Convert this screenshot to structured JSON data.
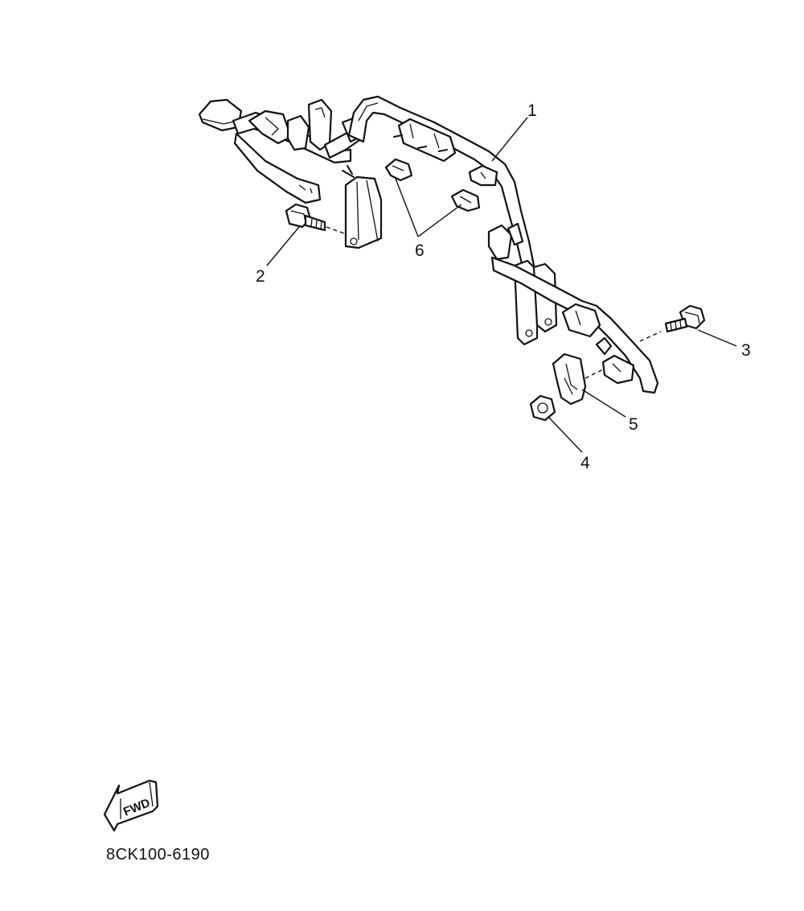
{
  "diagram": {
    "callouts": [
      {
        "id": "1",
        "text": "1"
      },
      {
        "id": "2",
        "text": "2"
      },
      {
        "id": "3",
        "text": "3"
      },
      {
        "id": "4",
        "text": "4"
      },
      {
        "id": "5",
        "text": "5"
      },
      {
        "id": "6",
        "text": "6"
      }
    ],
    "fwd_label": "FWD",
    "diagram_code": "8CK100-6190"
  }
}
